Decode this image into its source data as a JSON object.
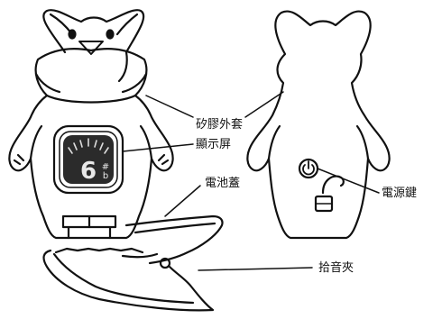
{
  "labels": {
    "silicone_case": "矽膠外套",
    "display": "顯示屏",
    "battery_cover": "電池蓋",
    "power_button": "電源鍵",
    "clip": "拾音夾"
  },
  "display_screen": {
    "note": "6",
    "sharp": "#",
    "flat": "b"
  },
  "colors": {
    "ink": "#111111",
    "paper": "#ffffff",
    "screen": "#2b2b2b"
  }
}
